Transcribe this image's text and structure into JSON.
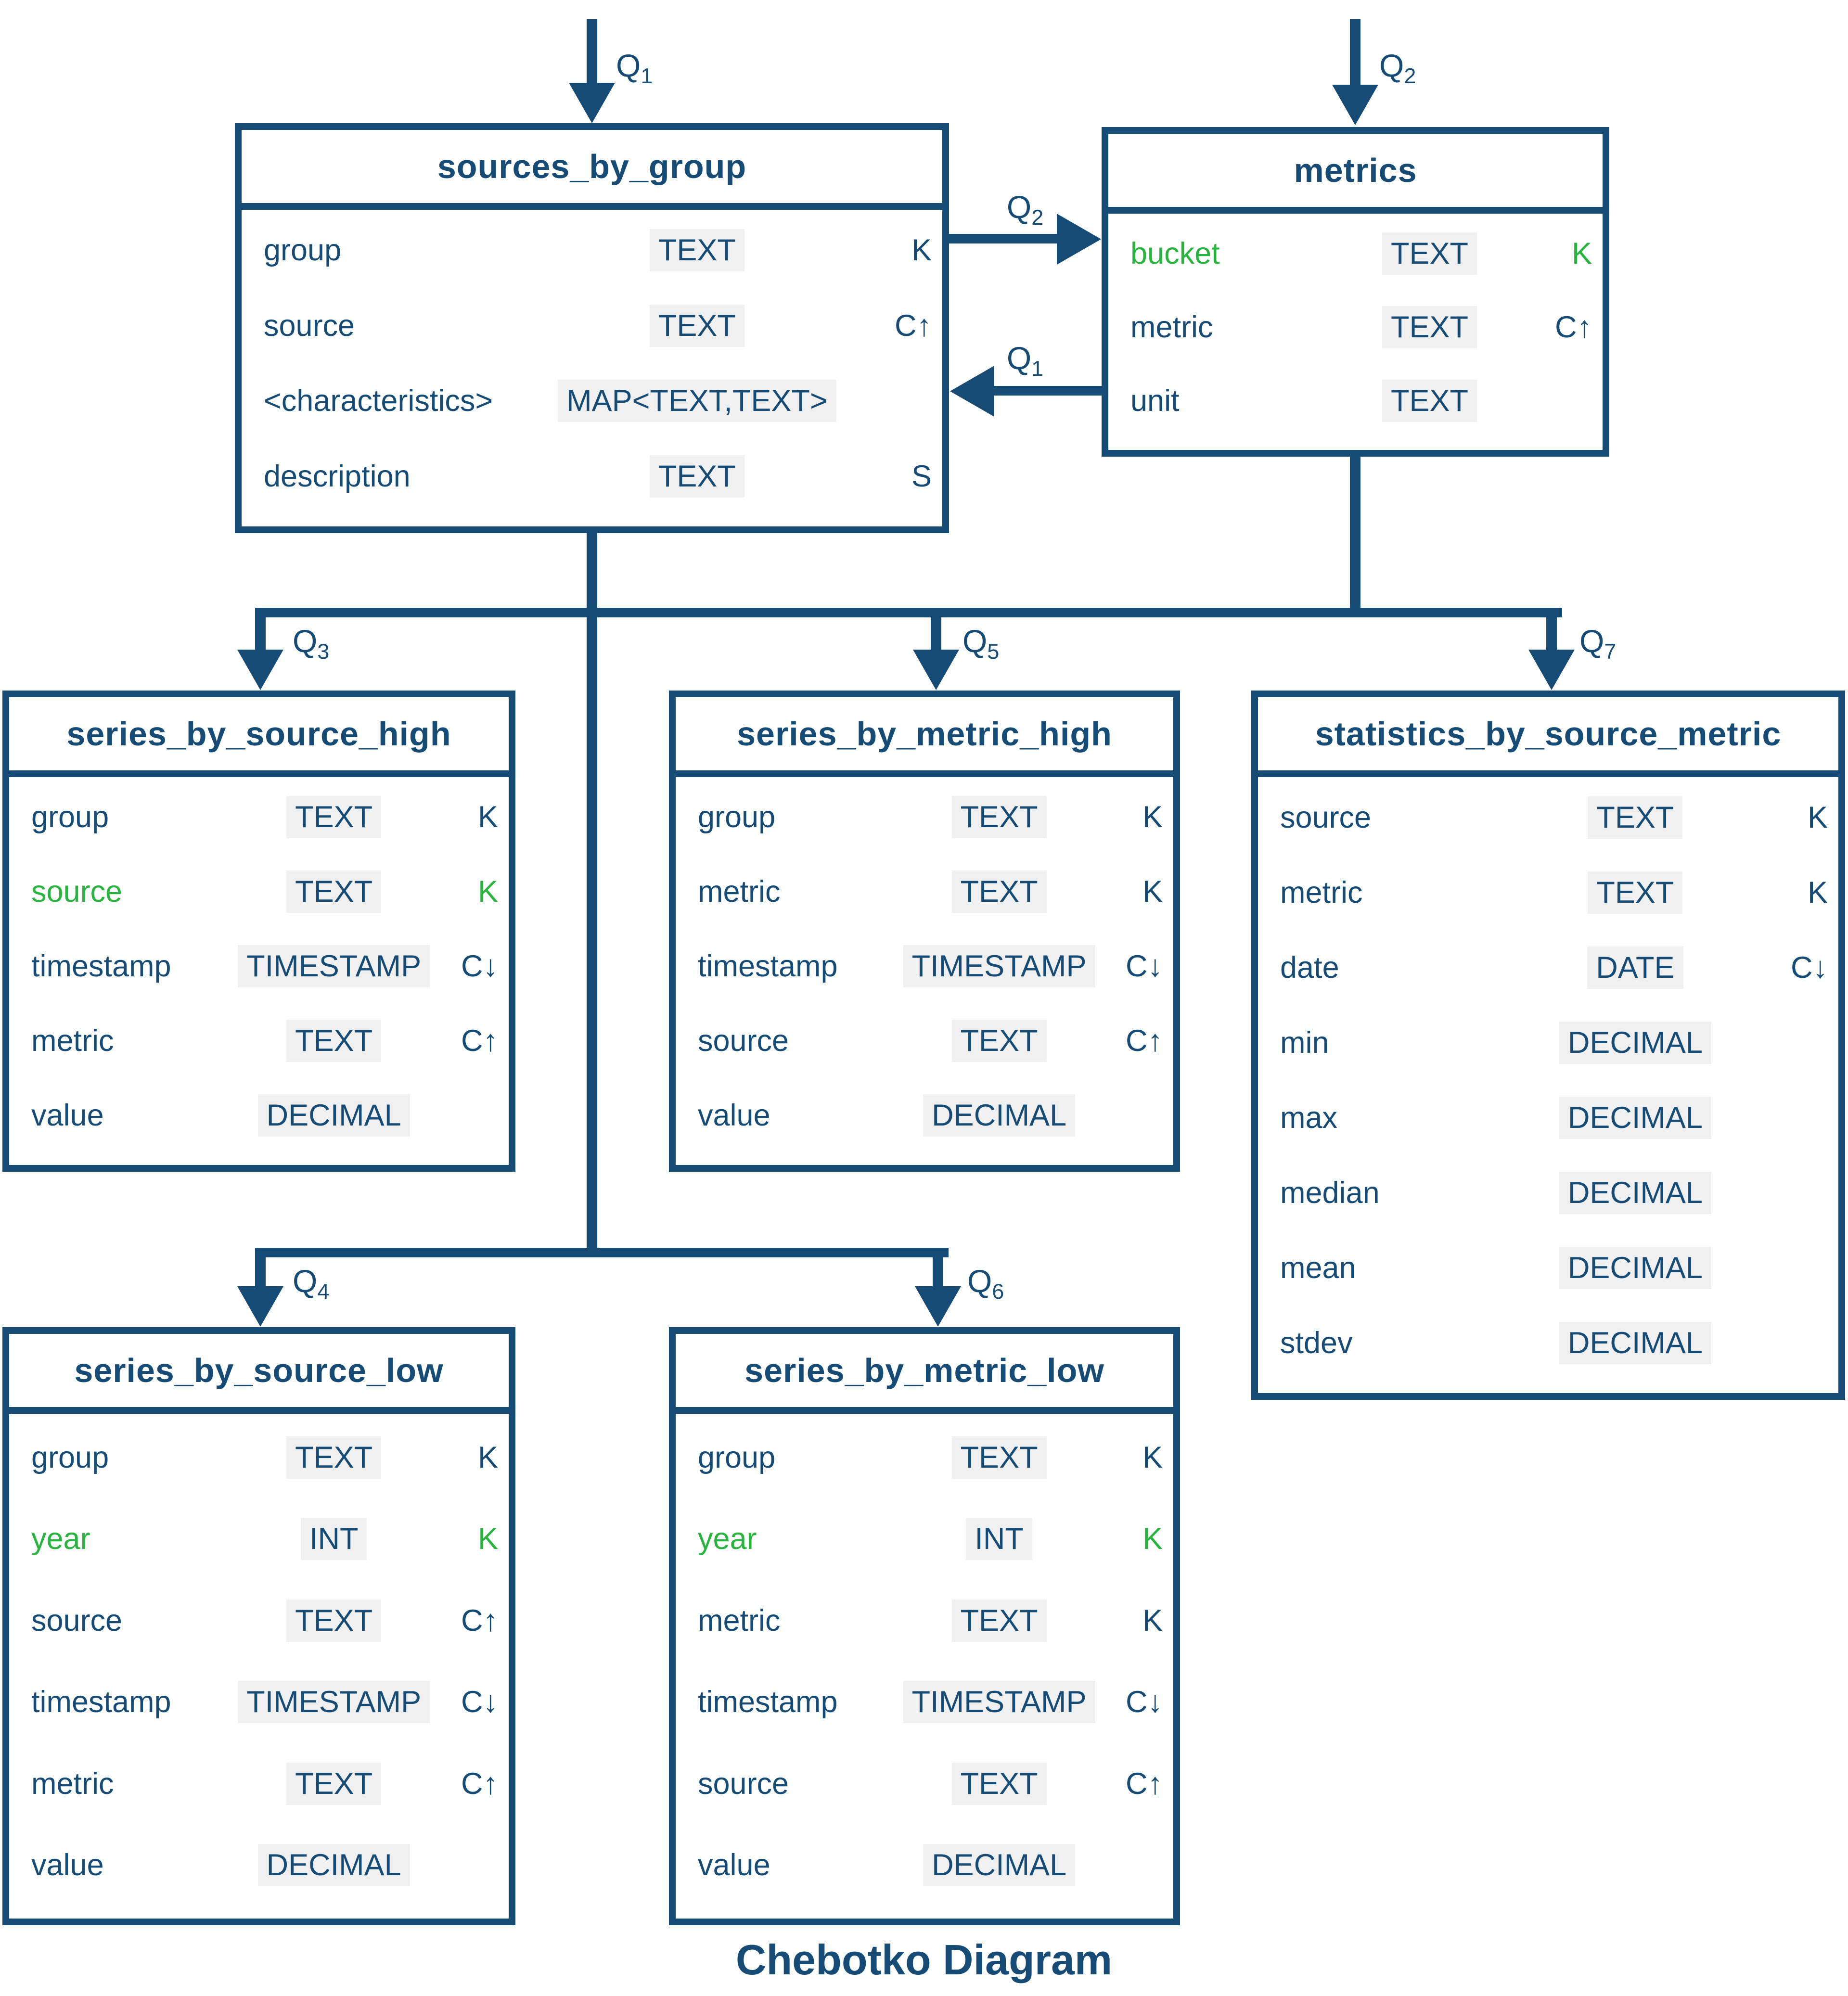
{
  "footer": {
    "title": "Chebotko Diagram"
  },
  "colors": {
    "navy": "#154b74",
    "green": "#28b43e",
    "type_chip_background": "#f0f0f0"
  },
  "tables": [
    {
      "id": "sources_by_group",
      "title": "sources_by_group",
      "rows": [
        {
          "name": "group",
          "type": "TEXT",
          "key": "K",
          "green": false
        },
        {
          "name": "source",
          "type": "TEXT",
          "key": "C↑",
          "green": false
        },
        {
          "name": "<characteristics>",
          "type": "MAP<TEXT,TEXT>",
          "key": "",
          "green": false
        },
        {
          "name": "description",
          "type": "TEXT",
          "key": "S",
          "green": false
        }
      ]
    },
    {
      "id": "metrics",
      "title": "metrics",
      "rows": [
        {
          "name": "bucket",
          "type": "TEXT",
          "key": "K",
          "green": true
        },
        {
          "name": "metric",
          "type": "TEXT",
          "key": "C↑",
          "green": false
        },
        {
          "name": "unit",
          "type": "TEXT",
          "key": "",
          "green": false
        }
      ]
    },
    {
      "id": "series_by_source_high",
      "title": "series_by_source_high",
      "rows": [
        {
          "name": "group",
          "type": "TEXT",
          "key": "K",
          "green": false
        },
        {
          "name": "source",
          "type": "TEXT",
          "key": "K",
          "green": true
        },
        {
          "name": "timestamp",
          "type": "TIMESTAMP",
          "key": "C↓",
          "green": false
        },
        {
          "name": "metric",
          "type": "TEXT",
          "key": "C↑",
          "green": false
        },
        {
          "name": "value",
          "type": "DECIMAL",
          "key": "",
          "green": false
        }
      ]
    },
    {
      "id": "series_by_metric_high",
      "title": "series_by_metric_high",
      "rows": [
        {
          "name": "group",
          "type": "TEXT",
          "key": "K",
          "green": false
        },
        {
          "name": "metric",
          "type": "TEXT",
          "key": "K",
          "green": false
        },
        {
          "name": "timestamp",
          "type": "TIMESTAMP",
          "key": "C↓",
          "green": false
        },
        {
          "name": "source",
          "type": "TEXT",
          "key": "C↑",
          "green": false
        },
        {
          "name": "value",
          "type": "DECIMAL",
          "key": "",
          "green": false
        }
      ]
    },
    {
      "id": "statistics_by_source_metric",
      "title": "statistics_by_source_metric",
      "rows": [
        {
          "name": "source",
          "type": "TEXT",
          "key": "K",
          "green": false
        },
        {
          "name": "metric",
          "type": "TEXT",
          "key": "K",
          "green": false
        },
        {
          "name": "date",
          "type": "DATE",
          "key": "C↓",
          "green": false
        },
        {
          "name": "min",
          "type": "DECIMAL",
          "key": "",
          "green": false
        },
        {
          "name": "max",
          "type": "DECIMAL",
          "key": "",
          "green": false
        },
        {
          "name": "median",
          "type": "DECIMAL",
          "key": "",
          "green": false
        },
        {
          "name": "mean",
          "type": "DECIMAL",
          "key": "",
          "green": false
        },
        {
          "name": "stdev",
          "type": "DECIMAL",
          "key": "",
          "green": false
        }
      ]
    },
    {
      "id": "series_by_source_low",
      "title": "series_by_source_low",
      "rows": [
        {
          "name": "group",
          "type": "TEXT",
          "key": "K",
          "green": false
        },
        {
          "name": "year",
          "type": "INT",
          "key": "K",
          "green": true
        },
        {
          "name": "source",
          "type": "TEXT",
          "key": "C↑",
          "green": false
        },
        {
          "name": "timestamp",
          "type": "TIMESTAMP",
          "key": "C↓",
          "green": false
        },
        {
          "name": "metric",
          "type": "TEXT",
          "key": "C↑",
          "green": false
        },
        {
          "name": "value",
          "type": "DECIMAL",
          "key": "",
          "green": false
        }
      ]
    },
    {
      "id": "series_by_metric_low",
      "title": "series_by_metric_low",
      "rows": [
        {
          "name": "group",
          "type": "TEXT",
          "key": "K",
          "green": false
        },
        {
          "name": "year",
          "type": "INT",
          "key": "K",
          "green": true
        },
        {
          "name": "metric",
          "type": "TEXT",
          "key": "K",
          "green": false
        },
        {
          "name": "timestamp",
          "type": "TIMESTAMP",
          "key": "C↓",
          "green": false
        },
        {
          "name": "source",
          "type": "TEXT",
          "key": "C↑",
          "green": false
        },
        {
          "name": "value",
          "type": "DECIMAL",
          "key": "",
          "green": false
        }
      ]
    }
  ],
  "query_labels": {
    "q1_top": {
      "main": "Q",
      "sub": "1"
    },
    "q2_top": {
      "main": "Q",
      "sub": "2"
    },
    "q2_arrow": {
      "main": "Q",
      "sub": "2"
    },
    "q1_arrow": {
      "main": "Q",
      "sub": "1"
    },
    "q3": {
      "main": "Q",
      "sub": "3"
    },
    "q4": {
      "main": "Q",
      "sub": "4"
    },
    "q5": {
      "main": "Q",
      "sub": "5"
    },
    "q6": {
      "main": "Q",
      "sub": "6"
    },
    "q7": {
      "main": "Q",
      "sub": "7"
    }
  }
}
